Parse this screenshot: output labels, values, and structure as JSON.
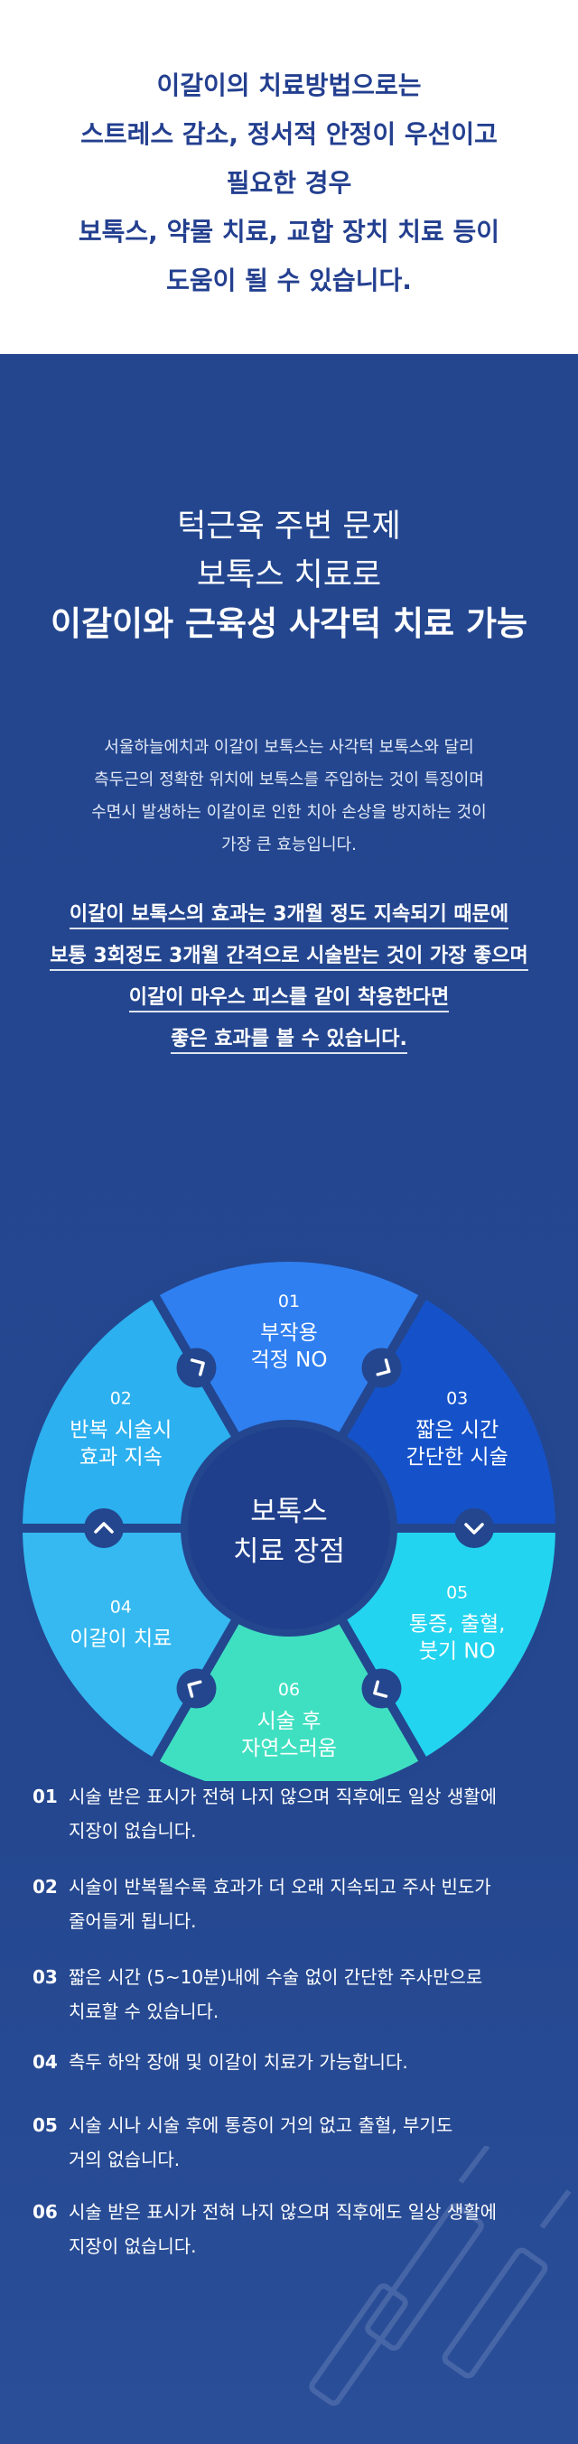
{
  "intro": {
    "lines": [
      "이갈이의 치료방법으로는",
      "스트레스 감소, 정서적 안정이 우선이고",
      "필요한 경우",
      "보톡스, 약물 치료, 교합 장치 치료 등이",
      "도움이 될 수 있습니다."
    ]
  },
  "hero": {
    "line1": "턱근육 주변 문제",
    "line2": "보톡스 치료로",
    "line3": "이갈이와 근육성 사각턱 치료 가능"
  },
  "description": {
    "lines": [
      "서울하늘에치과 이갈이 보톡스는 사각턱 보톡스와 달리",
      "측두근의 정확한 위치에 보톡스를 주입하는 것이 특징이며",
      "수면시 발생하는 이갈이로 인한 치아 손상을 방지하는 것이",
      "가장 큰 효능입니다."
    ]
  },
  "highlight": {
    "lines": [
      "이갈이 보톡스의 효과는 3개월 정도 지속되기 때문에",
      "보통 3회정도 3개월 간격으로 시술받는 것이 가장 좋으며",
      "이갈이 마우스 피스를 같이 착용한다면",
      "좋은 효과를 볼 수 있습니다."
    ]
  },
  "wheel": {
    "center_line1": "보톡스",
    "center_line2": "치료 장점",
    "segments": [
      {
        "num": "01",
        "line1": "부작용",
        "line2": "걱정 NO",
        "color": "#2f7ff0"
      },
      {
        "num": "03",
        "line1": "짧은 시간",
        "line2": "간단한 시술",
        "color": "#1552c9"
      },
      {
        "num": "05",
        "line1": "통증, 출혈,",
        "line2": "붓기 NO",
        "color": "#22d4ef"
      },
      {
        "num": "06",
        "line1": "시술 후",
        "line2": "자연스러움",
        "color": "#3fe0c1"
      },
      {
        "num": "04",
        "line1": "이갈이 치료",
        "line2": "",
        "color": "#36b9f0"
      },
      {
        "num": "02",
        "line1": "반복 시술시",
        "line2": "효과 지속",
        "color": "#2cb0ef"
      }
    ],
    "center_color": "#1f3f8c",
    "divider_color": "#23468f"
  },
  "benefits": [
    {
      "num": "01",
      "lines": [
        "시술 받은 표시가 전혀 나지 않으며 직후에도 일상 생활에",
        "지장이 없습니다."
      ]
    },
    {
      "num": "02",
      "lines": [
        "시술이 반복될수록 효과가 더 오래 지속되고 주사 빈도가",
        "줄어들게 됩니다."
      ]
    },
    {
      "num": "03",
      "lines": [
        "짧은 시간 (5~10분)내에 수술 없이 간단한 주사만으로",
        "치료할 수 있습니다."
      ]
    },
    {
      "num": "04",
      "lines": [
        "측두 하악 장애 및 이갈이 치료가 가능합니다."
      ]
    },
    {
      "num": "05",
      "lines": [
        "시술 시나 시술 후에 통증이 거의 없고 출혈, 부기도",
        "거의 없습니다."
      ]
    },
    {
      "num": "06",
      "lines": [
        "시술 받은 표시가 전혀 나지 않으며 직후에도 일상 생활에",
        "지장이 없습니다."
      ]
    }
  ]
}
